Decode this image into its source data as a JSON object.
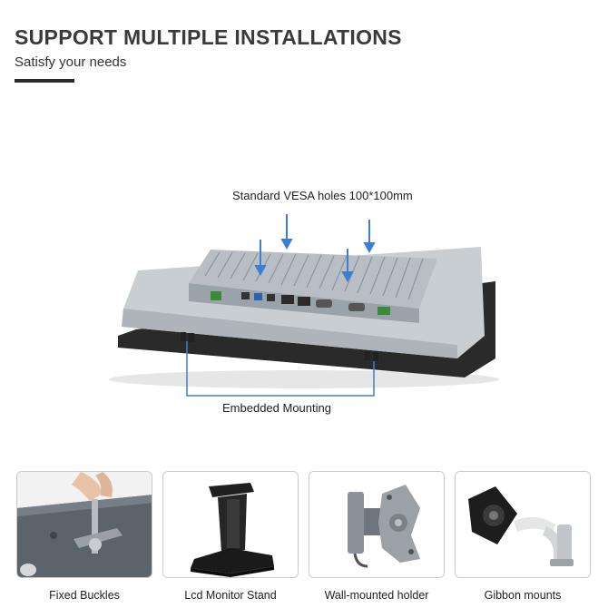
{
  "header": {
    "title": "SUPPORT MULTIPLE INSTALLATIONS",
    "subtitle": "Satisfy your needs"
  },
  "hero": {
    "vesa_label": "Standard VESA holes 100*100mm",
    "embedded_label": "Embedded Mounting",
    "arrow_color": "#3b7fd4"
  },
  "mounts": [
    {
      "caption": "Fixed Buckles",
      "icon": "buckle-screw-icon"
    },
    {
      "caption": "Lcd Monitor Stand",
      "icon": "monitor-stand-icon"
    },
    {
      "caption": "Wall-mounted holder",
      "icon": "wall-bracket-icon"
    },
    {
      "caption": "Gibbon mounts",
      "icon": "swing-arm-icon"
    }
  ]
}
